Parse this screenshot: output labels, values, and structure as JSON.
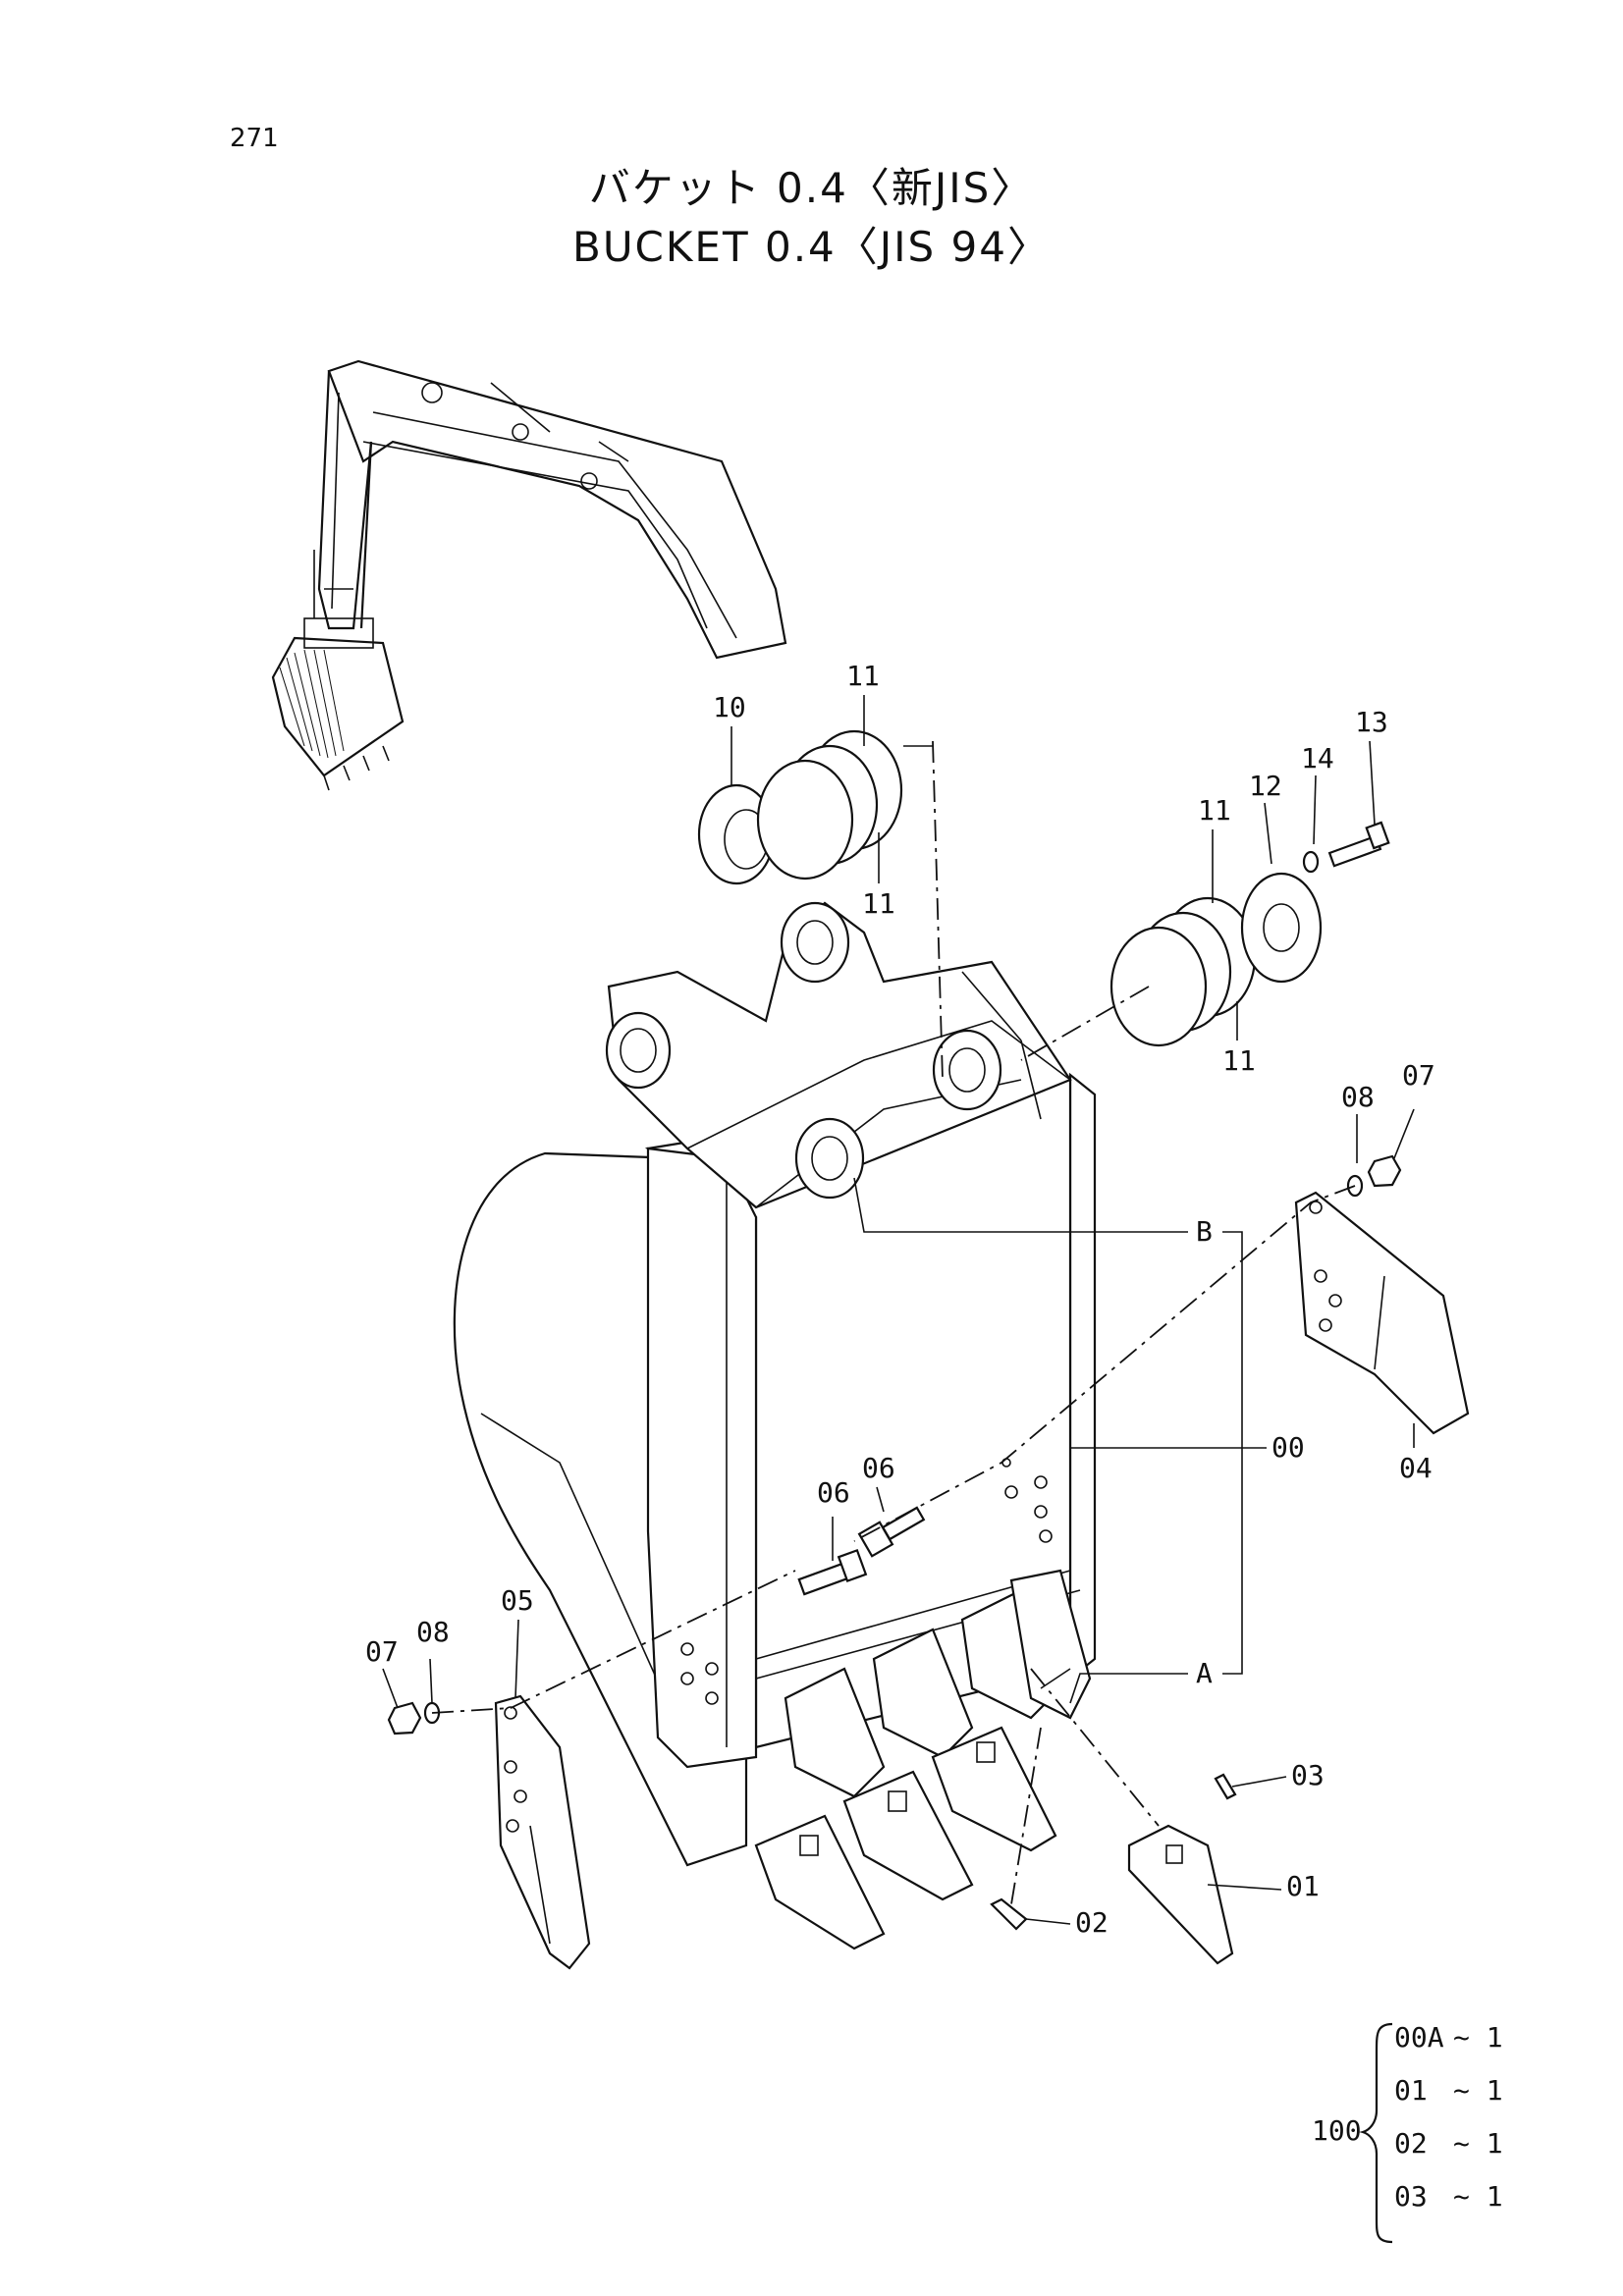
{
  "page_number": "271",
  "title": {
    "japanese": "バケット 0.4〈新JIS〉",
    "english": "BUCKET  0.4〈JIS 94〉"
  },
  "callouts": {
    "c00": "00",
    "c01": "01",
    "c02": "02",
    "c03": "03",
    "c04": "04",
    "c05": "05",
    "c06a": "06",
    "c06b": "06",
    "c07a": "07",
    "c07b": "07",
    "c08a": "08",
    "c08b": "08",
    "c10": "10",
    "c11a": "11",
    "c11b": "11",
    "c11c": "11",
    "c11d": "11",
    "c12": "12",
    "c13": "13",
    "c14": "14",
    "cA": "A",
    "cB": "B"
  },
  "kit": {
    "label": "100",
    "rows": [
      {
        "part": "00A",
        "qty": "~ 1"
      },
      {
        "part": "01",
        "qty": "~ 1"
      },
      {
        "part": "02",
        "qty": "~ 1"
      },
      {
        "part": "03",
        "qty": "~ 1"
      }
    ]
  },
  "colors": {
    "line": "#111111",
    "background": "#ffffff"
  }
}
